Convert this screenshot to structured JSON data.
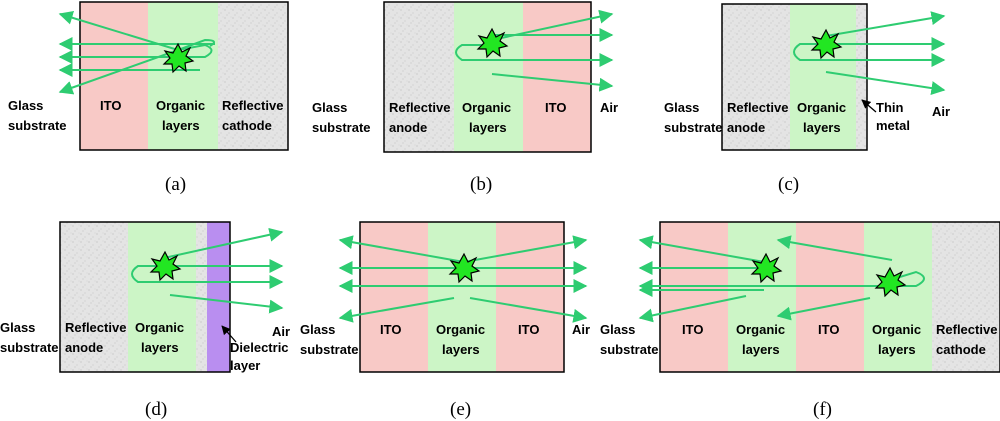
{
  "colors": {
    "ito": "#f8c9c6",
    "organic": "#ccf5c6",
    "metal": "#e3e3e3",
    "dielectric": "#b98ef0",
    "ray": "#2ecc71",
    "emitter": "#22e622"
  },
  "labels": {
    "glass_substrate_1": "Glass",
    "glass_substrate_2": "substrate",
    "ito": "ITO",
    "organic_1": "Organic",
    "organic_2": "layers",
    "reflective": "Reflective",
    "cathode": "cathode",
    "anode": "anode",
    "air": "Air",
    "thin": "Thin",
    "metal": "metal",
    "dielectric": "Dielectric",
    "layer": "layer"
  },
  "captions": {
    "a": "(a)",
    "b": "(b)",
    "c": "(c)",
    "d": "(d)",
    "e": "(e)",
    "f": "(f)"
  }
}
